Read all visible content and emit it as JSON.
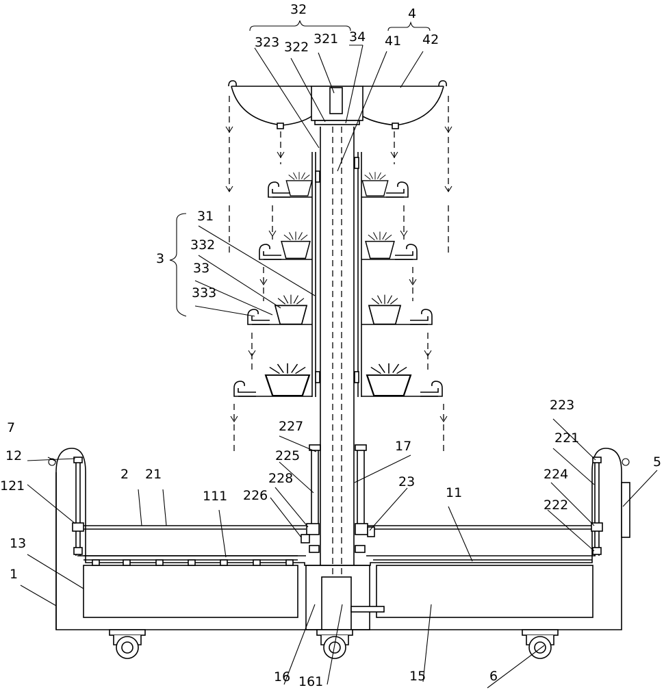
{
  "labels": {
    "l32": "32",
    "l4": "4",
    "l323": "323",
    "l322": "322",
    "l321": "321",
    "l34": "34",
    "l41": "41",
    "l42": "42",
    "l31": "31",
    "l3": "3",
    "l332": "332",
    "l33": "33",
    "l333": "333",
    "l223": "223",
    "l227": "227",
    "l17": "17",
    "l221": "221",
    "l7": "7",
    "l225": "225",
    "l5": "5",
    "l12": "12",
    "l2": "2",
    "l21": "21",
    "l224": "224",
    "l121": "121",
    "l228": "228",
    "l23": "23",
    "l111": "111",
    "l226": "226",
    "l11": "11",
    "l222": "222",
    "l13": "13",
    "l1": "1",
    "l16": "16",
    "l161": "161",
    "l15": "15",
    "l6": "6"
  }
}
